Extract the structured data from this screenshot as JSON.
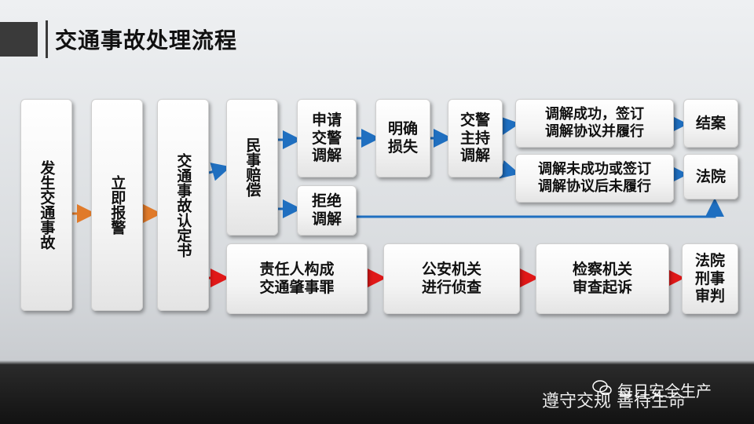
{
  "title": "交通事故处理流程",
  "nodes": {
    "n1": "发生交通事故",
    "n2": "立即报警",
    "n3": "交通事故认定书",
    "n4": "民事赔偿",
    "n5": "申请交警调解",
    "n6": "明确损失",
    "n7": "交警主持调解",
    "n8": "调解成功，签订调解协议并履行",
    "n9": "结案",
    "n10": "调解未成功或签订调解协议后未履行",
    "n11": "法院",
    "n12": "拒绝调解",
    "n13": "责任人构成交通肇事罪",
    "n14": "公安机关进行侦查",
    "n15": "检察机关审查起诉",
    "n16": "法院刑事审判"
  },
  "n5_lines": [
    "申请",
    "交警",
    "调解"
  ],
  "n6_lines": [
    "明确",
    "损失"
  ],
  "n7_lines": [
    "交警",
    "主持",
    "调解"
  ],
  "n8_lines": [
    "调解成功，签订",
    "调解协议并履行"
  ],
  "n10_lines": [
    "调解未成功或签订",
    "调解协议后未履行"
  ],
  "n12_lines": [
    "拒绝",
    "调解"
  ],
  "n13_lines": [
    "责任人构成",
    "交通肇事罪"
  ],
  "n14_lines": [
    "公安机关",
    "进行侦查"
  ],
  "n15_lines": [
    "检察机关",
    "审查起诉"
  ],
  "n16_lines": [
    "法院",
    "刑事",
    "审判"
  ],
  "footer": {
    "slogan": "遵守交规 善待生命",
    "watermark": "每日安全生产"
  },
  "colors": {
    "blue_arrow": "#1f6fc0",
    "orange_arrow": "#e07a2a",
    "red_arrow": "#e01818"
  }
}
